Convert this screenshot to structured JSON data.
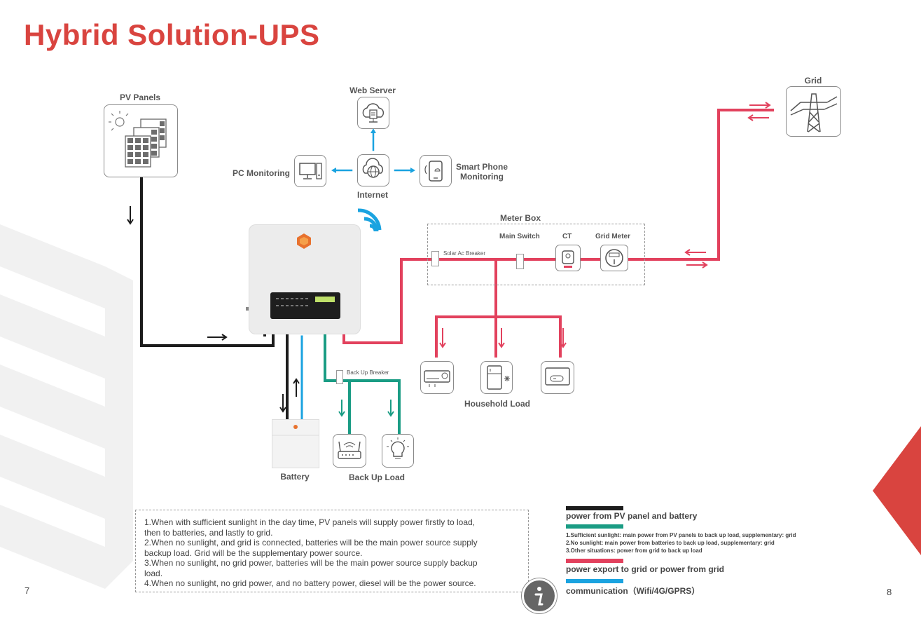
{
  "title": "Hybrid Solution-UPS",
  "labels": {
    "pv_panels": "PV Panels",
    "web_server": "Web Server",
    "pc_monitoring": "PC Monitoring",
    "internet": "Internet",
    "smart_phone": "Smart Phone\nMonitoring",
    "grid": "Grid",
    "meter_box": "Meter Box",
    "main_switch": "Main Switch",
    "ct": "CT",
    "grid_meter": "Grid Meter",
    "solar_ac_breaker": "Solar Ac Breaker",
    "back_up_breaker": "Back Up Breaker",
    "household_load": "Household Load",
    "battery": "Battery",
    "back_up_load": "Back Up Load"
  },
  "notes": [
    "1.When with sufficient sunlight in the day time, PV panels will supply power firstly to load,",
    "  then to batteries, and lastly to grid.",
    "2.When no sunlight, and grid is connected, batteries will be the main power source supply",
    "  backup load. Grid will be the supplementary power source.",
    "3.When no sunlight, no grid power, batteries will be the main power source supply backup",
    "  load.",
    "4.When no sunlight, no grid power, and no battery power, diesel will be the power source."
  ],
  "legend": {
    "black_label": "power from PV panel and battery",
    "teal_lines": [
      "1.Sufficient sunlight: main power from PV panels to back up load, supplementary: grid",
      "2.No sunlight: main power from batteries to back up load, supplementary: grid",
      "3.Other situations: power from grid to back up load"
    ],
    "red_label": "power export to grid or power from grid",
    "blue_label": "communication（Wifi/4G/GPRS）"
  },
  "page_numbers": {
    "left": "7",
    "right": "8"
  },
  "colors": {
    "title": "#d9443f",
    "black_line": "#1c1c1c",
    "teal_line": "#1a9c84",
    "red_line": "#e2415d",
    "blue_line": "#1aa3e0",
    "accent_triangle": "#d9443f"
  },
  "icons": {
    "pv": "solar-panel-icon",
    "web": "cloud-server-icon",
    "internet": "globe-cloud-icon",
    "pc": "desktop-computer-icon",
    "phone": "smartphone-icon",
    "grid": "power-tower-icon",
    "wifi": "wifi-icon",
    "info": "info-icon"
  }
}
